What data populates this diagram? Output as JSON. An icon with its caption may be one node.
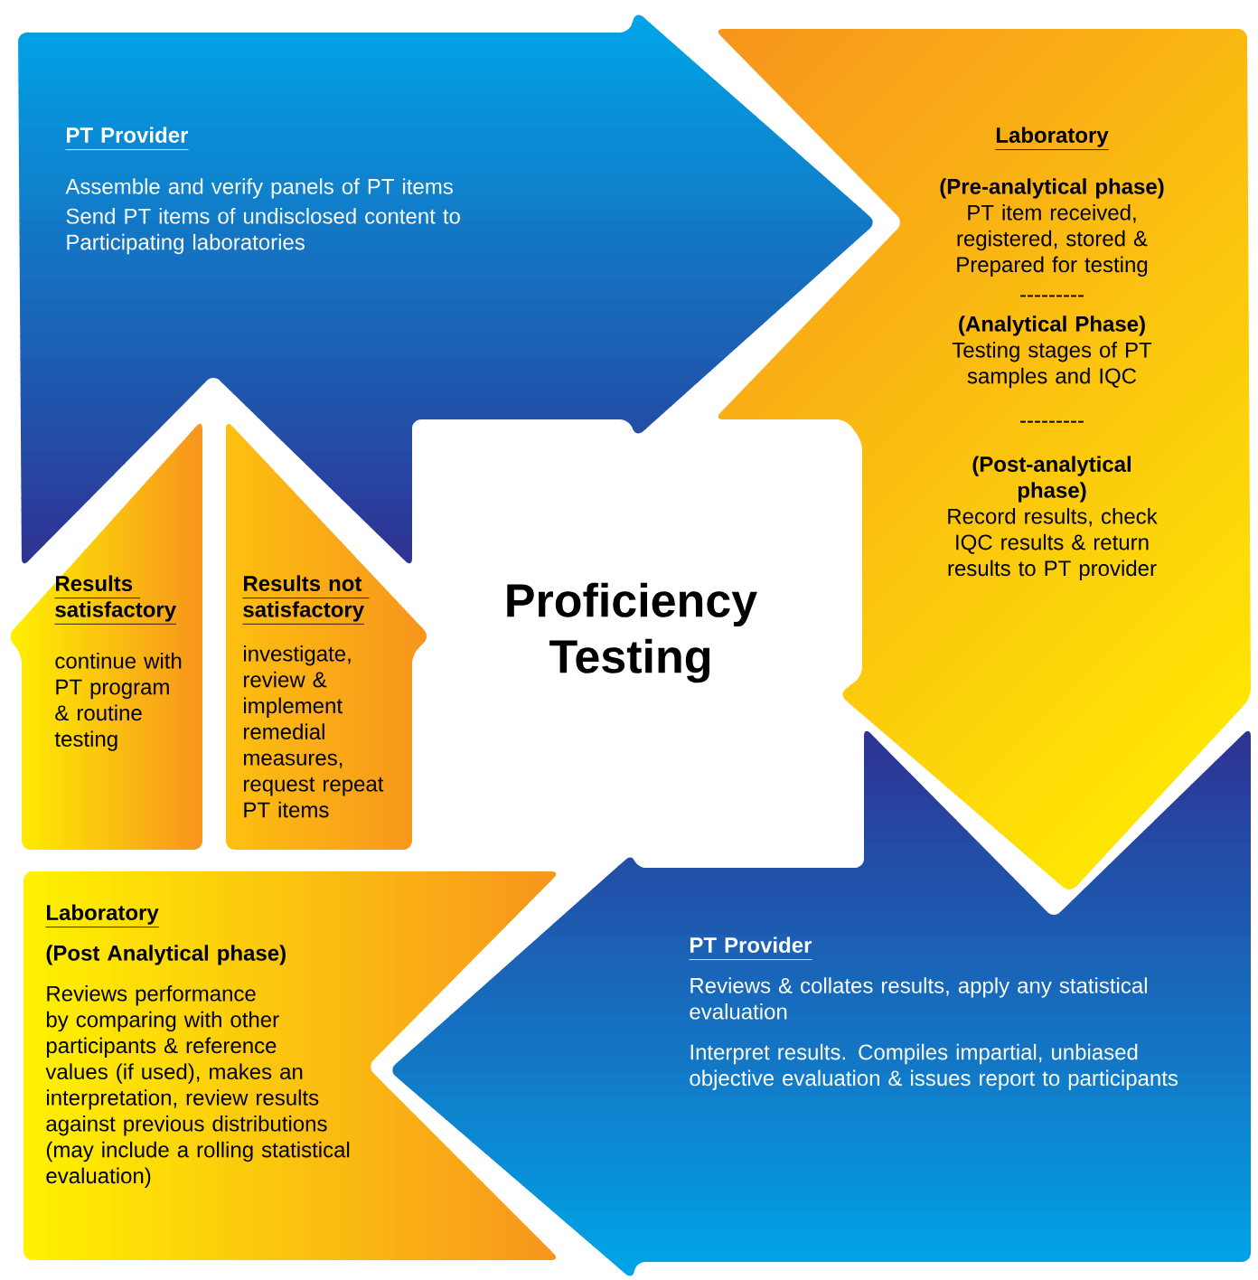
{
  "diagram": {
    "title": "Proficiency Testing",
    "nodes": [
      {
        "text": [
          "PT Provider",
          "Assemble and verify panels of PT items",
          "Send PT items of undisclosed content to Participating laboratories"
        ]
      },
      {
        "text": [
          "Laboratory",
          "(Pre-analytical phase)",
          "PT item received, registered, stored & Prepared for testing",
          "---------",
          "(Analytical Phase)",
          "Testing stages of PT samples and IQC",
          "---------",
          "(Post-analytical phase)",
          "Record results, check IQC results & return results to PT provider"
        ]
      },
      {
        "text": [
          "PT Provider",
          "Reviews & collates results, apply any statistical evaluation",
          "Interpret results. Compiles impartial, unbiased objective evaluation & issues report to participants"
        ]
      },
      {
        "text": [
          "Laboratory",
          "(Post Analytical phase)",
          "Reviews performance by comparing with other participants & reference values (if used), makes an interpretation, review results against previous distributions (may include a rolling statistical evaluation)"
        ]
      },
      {
        "text": [
          "Results satisfactory",
          "continue with PT program & routine testing"
        ]
      },
      {
        "text": [
          "Results not satisfactory",
          "investigate, review & implement remedial measures, request repeat PT items"
        ]
      }
    ]
  }
}
